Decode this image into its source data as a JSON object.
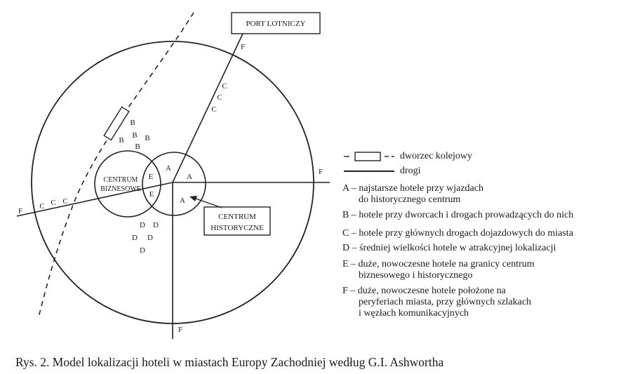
{
  "diagram": {
    "airport_label": "PORT LOTNICZY",
    "historic_center_label": [
      "CENTRUM",
      "HISTORYCZNE"
    ],
    "business_center_label": [
      "CENTRUM",
      "BIZNESOWE"
    ],
    "letters": {
      "A": "A",
      "B": "B",
      "C": "C",
      "D": "D",
      "E": "E",
      "F": "F"
    }
  },
  "legend": {
    "railway_station": "dworzec kolejowy",
    "roads": "drogi",
    "items": [
      {
        "lines": [
          "A – najstarsze hotele przy wjazdach",
          "do historycznego centrum"
        ]
      },
      {
        "lines": [
          "B – hotele przy dworcach i drogach prowadzących do nich"
        ]
      },
      {
        "lines": [
          "C – hotele przy głównych drogach dojazdowych do miasta"
        ]
      },
      {
        "lines": [
          "D – średniej wielkości hotele w atrakcyjnej lokalizacji"
        ]
      },
      {
        "lines": [
          "E – duże, nowoczesne hotele na granicy centrum",
          "biznesowego i historycznego"
        ]
      },
      {
        "lines": [
          "F – duże, nowoczesne hotele położone na",
          "peryferiach miasta, przy głównych szlakach",
          "i węzłach komunikacyjnych"
        ]
      }
    ]
  },
  "caption": "Rys. 2. Model lokalizacji hoteli w miastach Europy Zachodniej według G.I. Ashwortha"
}
